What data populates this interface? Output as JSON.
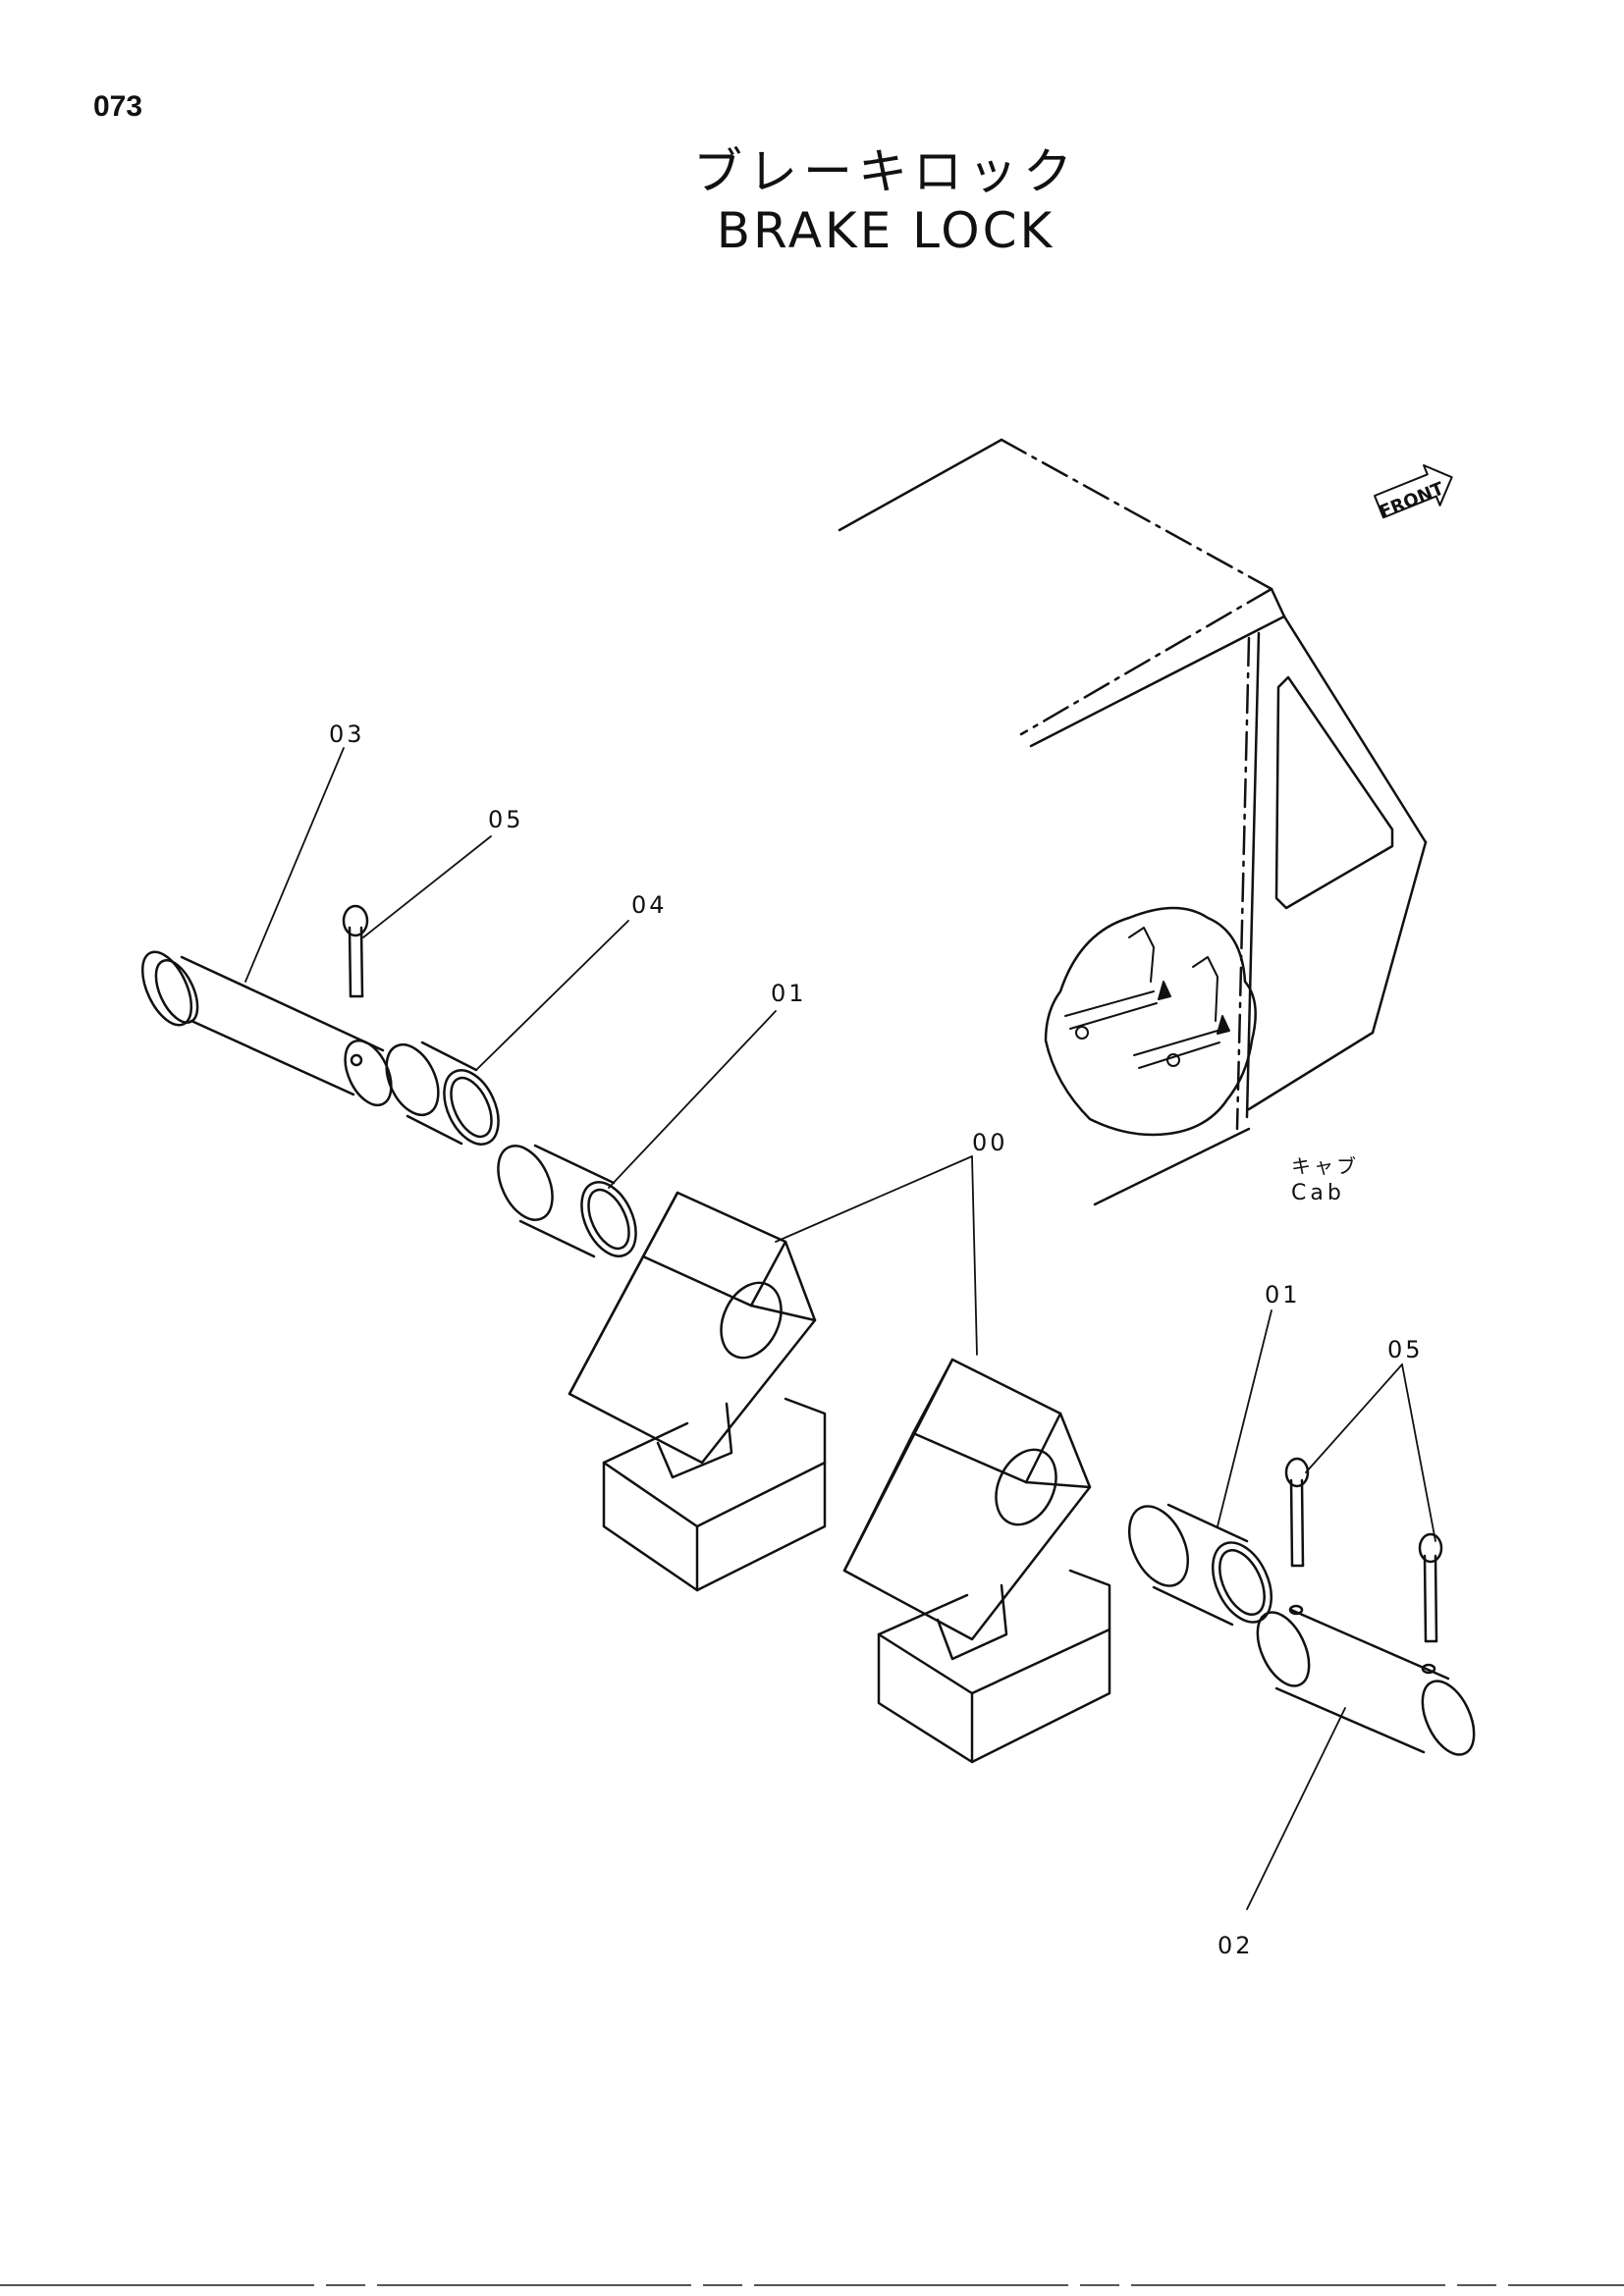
{
  "page": {
    "number": "073"
  },
  "title": {
    "japanese": "ブレーキロック",
    "english": "BRAKE LOCK"
  },
  "cab_label": {
    "japanese": "キャブ",
    "english": "Cab"
  },
  "front_arrow": {
    "text": "FRONT"
  },
  "callouts": {
    "pin_03": "03",
    "cotter_05_top": "05",
    "bushing_04": "04",
    "bushing_01_top": "01",
    "assembly_00": "00",
    "bushing_01_right": "01",
    "cotter_05_right": "05",
    "pin_02": "02"
  }
}
